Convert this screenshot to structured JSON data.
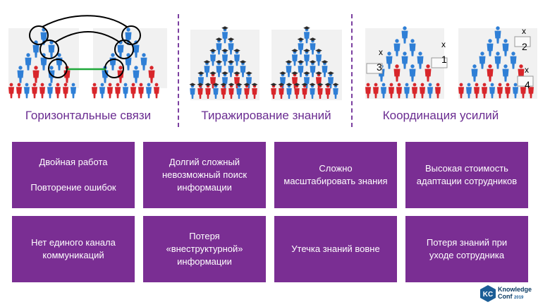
{
  "captions": {
    "horizontal": "Горизонтальные связи",
    "replication": "Тиражирование знаний",
    "coordination": "Координация усилий"
  },
  "cards": [
    "Двойная работа\n\nПовторение ошибок",
    "Долгий сложный\nневозможный поиск\nинформации",
    "Сложно\nмасштабировать знания",
    "Высокая стоимость\nадаптации сотрудников",
    "Нет единого канала\nкоммуникаций",
    "Потеря\n«внеструктурной»\nинформации",
    "Утечка знаний вовне",
    "Потеря знаний при\nуходе сотрудника"
  ],
  "marks": [
    "x",
    "3",
    "x",
    "1",
    "x",
    "2",
    "x",
    "4"
  ],
  "logo": {
    "line1": "Knowledge",
    "line2": "Conf",
    "year": "2019"
  },
  "colors": {
    "accent": "#7a2e93",
    "male": "#2f7fd6",
    "female": "#d8262b",
    "cap": "#2b2b2b",
    "link": "#1fa83a"
  }
}
